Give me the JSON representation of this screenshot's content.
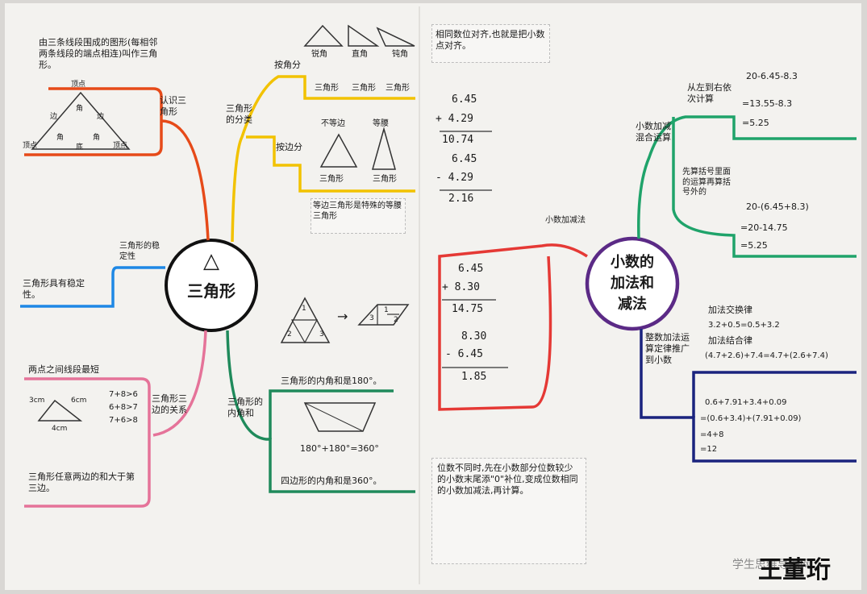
{
  "left_center": {
    "symbol": "△",
    "title": "三角形"
  },
  "right_center": {
    "title_lines": [
      "小数的",
      "加法和",
      "减法"
    ]
  },
  "triangle": {
    "sides_def": "由三条线段围成的图形(每相邻两条线段的端点相连)叫作三角形。",
    "sides_branch": "认识三角形",
    "vertex_labels": [
      "顶点",
      "边",
      "边",
      "角",
      "角",
      "角",
      "顶点",
      "底",
      "顶点"
    ],
    "stability_branch": "三角形的稳定性",
    "stability_text": "三角形具有稳定性。",
    "side_branch": "三角形三边的关系",
    "shortest": "两点之间线段最短",
    "side_lengths": [
      "3cm",
      "6cm",
      "4cm"
    ],
    "inequalities": [
      "7+8>6",
      "6+8>7",
      "7+6>8"
    ],
    "side_rule": "三角形任意两边的和大于第三边。",
    "class_branch": "三角形的分类",
    "by_angle": "按角分",
    "angle_types": [
      "锐角",
      "直角",
      "钝角"
    ],
    "angle_tri_labels": [
      "三角形",
      "三角形",
      "三角形"
    ],
    "by_side": "按边分",
    "side_types": [
      "不等边",
      "等腰"
    ],
    "side_tri_labels": [
      "三角形",
      "三角形"
    ],
    "equilateral_note": "等边三角形是特殊的等腰三角形",
    "angle_branch": "三角形的内角和",
    "angle_sum": "三角形的内角和是180°。",
    "quad_calc": "180°+180°=360°",
    "quad_sum": "四边形的内角和是360°。",
    "puzzle_nums": [
      "1",
      "2",
      "3",
      "1",
      "2",
      "3"
    ],
    "arrow": "→"
  },
  "decimal": {
    "align_note": "相同数位对齐,也就是把小数点对齐。",
    "calc1": [
      "6.45",
      "+ 4.29",
      "10.74"
    ],
    "calc2": [
      "6.45",
      "- 4.29",
      "2.16"
    ],
    "main_branch": "小数加减法",
    "calc3": [
      "6.45",
      "+ 8.30",
      "14.75"
    ],
    "calc4": [
      "8.30",
      "- 6.45",
      "1.85"
    ],
    "diff_note": "位数不同时,先在小数部分位数较少的小数末尾添\"0\"补位,变成位数相同的小数加减法,再计算。",
    "mixed_branch": "小数加减混合运算",
    "order_label": "从左到右依次计算",
    "expr1": [
      "20-6.45-8.3",
      "=13.55-8.3",
      "=5.25"
    ],
    "paren_label": "先算括号里面的运算再算括号外的",
    "expr2": [
      "20-(6.45+8.3)",
      "=20-14.75",
      "=5.25"
    ],
    "law_branch": "整数加法运算定律推广到小数",
    "laws": [
      "加法交换律",
      "3.2+0.5=0.5+3.2",
      "加法结合律",
      "(4.7+2.6)+7.4=4.7+(2.6+7.4)"
    ],
    "expr3": [
      "0.6+7.91+3.4+0.09",
      "=(0.6+3.4)+(7.91+0.09)",
      "=4+8",
      "=12"
    ]
  },
  "signature": "王董珩",
  "watermark": "学生思维导图网"
}
